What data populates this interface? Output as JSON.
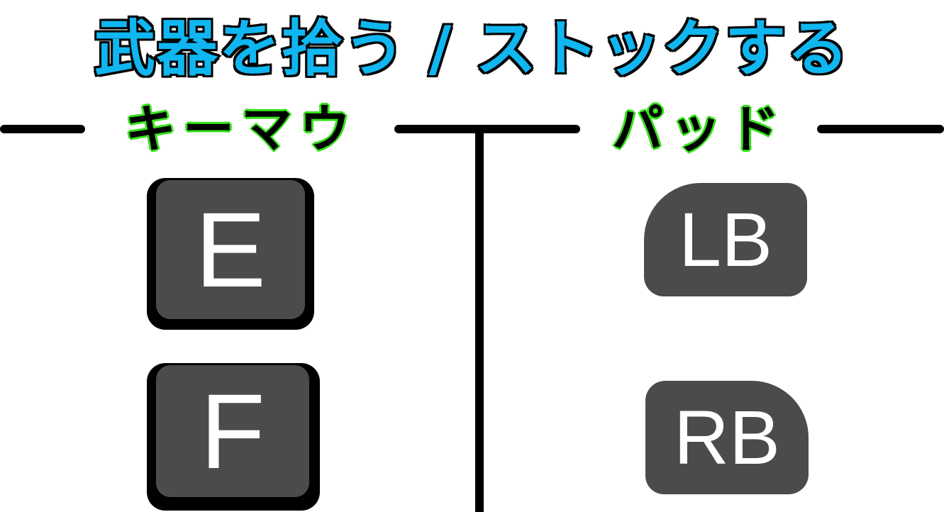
{
  "title": "武器を拾う / ストックする",
  "keyboard_mouse": {
    "label": "キーマウ",
    "keys": [
      {
        "label": "E"
      },
      {
        "label": "F"
      }
    ]
  },
  "pad": {
    "label": "パッド",
    "buttons": [
      {
        "label": "LB"
      },
      {
        "label": "RB"
      }
    ]
  },
  "colors": {
    "title_fill": "#10b6f0",
    "label_glow": "#37e11c",
    "key_face": "#4b4b4b",
    "outline": "#000000"
  }
}
